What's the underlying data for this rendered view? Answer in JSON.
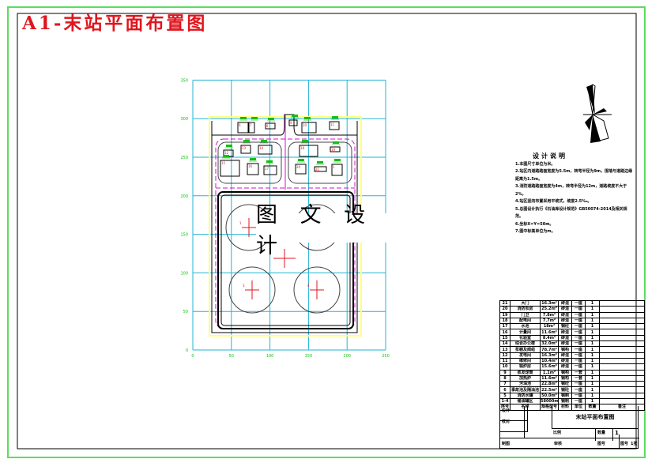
{
  "title": "A1-末站平面布置图",
  "watermark": "图 文 设 计",
  "colors": {
    "title": "#e0161e",
    "grid": "#22b5d6",
    "labels": "#12c012",
    "road": "#d012d0",
    "boundary": "#ffff80",
    "frame": "#5ddc5d",
    "markers": "#e0161e"
  },
  "plan": {
    "x_ticks": [
      "0",
      "50",
      "100",
      "150",
      "200",
      "250"
    ],
    "y_ticks": [
      "0",
      "50",
      "100",
      "150",
      "200",
      "250",
      "300",
      "350"
    ],
    "building_numbers": [
      "1",
      "2",
      "3",
      "4",
      "5",
      "6",
      "7",
      "8",
      "9",
      "10",
      "11",
      "12",
      "13",
      "14",
      "15",
      "16",
      "17",
      "18",
      "19",
      "20",
      "21"
    ],
    "tank_labels": [
      "1",
      "2",
      "3",
      "4"
    ]
  },
  "compass_icon": "wind-rose-north-arrow",
  "notes": {
    "title": "设计说明",
    "lines": [
      "1.本图尺寸单位为米。",
      "2.站区内道路路面宽度为5.5m，转弯半径为9m，围墙与道路边缘距离为1.5m。",
      "3.消防道路路面宽度为4m，转弯半径为12m，道路坡度不大于2%。",
      "4.站区竖向布置采用平坡式，坡度2.5‰。",
      "5.总图设计执行《石油库设计规范》GB50074-2014及相关规范。",
      "6.坐标X=Y=50m。",
      "7.图中标高单位为m。"
    ]
  },
  "bom": {
    "rows": [
      [
        "21",
        "大门",
        "16.3m²",
        "砖混",
        "一座",
        "1",
        ""
      ],
      [
        "20",
        "消防泵房",
        "25.2m²",
        "砖混",
        "一座",
        "1",
        ""
      ],
      [
        "19",
        "门卫",
        "7.8m²",
        "砖混",
        "一座",
        "1",
        ""
      ],
      [
        "18",
        "配电间",
        "7.7m²",
        "砖混",
        "一座",
        "1",
        ""
      ],
      [
        "17",
        "水池",
        "18m²",
        "钢砼",
        "一座",
        "1",
        ""
      ],
      [
        "16",
        "计量间",
        "11.6m²",
        "砖混",
        "一座",
        "1",
        ""
      ],
      [
        "15",
        "化验室",
        "8.4m²",
        "砖混",
        "一座",
        "1",
        ""
      ],
      [
        "14",
        "综合办公楼",
        "32.0m²",
        "砖混",
        "一座",
        "1",
        ""
      ],
      [
        "13",
        "泵棚及阀组",
        "78.7m²",
        "钢构",
        "一座",
        "1",
        ""
      ],
      [
        "12",
        "发电间",
        "16.3m²",
        "砖混",
        "一座",
        "1",
        ""
      ],
      [
        "11",
        "维修间",
        "10.4m²",
        "砖混",
        "一座",
        "1",
        ""
      ],
      [
        "10",
        "锅炉房",
        "15.6m²",
        "砖混",
        "一座",
        "1",
        ""
      ],
      [
        "9",
        "收发球筒",
        "1.1m²",
        "钢构",
        "一套",
        "1",
        ""
      ],
      [
        "8",
        "加热炉",
        "11.6m²",
        "钢构",
        "一套",
        "1",
        ""
      ],
      [
        "7",
        "污油池",
        "22.8m²",
        "钢砼",
        "一座",
        "1",
        ""
      ],
      [
        "6",
        "事故池及隔油池",
        "22.5m²",
        "钢砼",
        "一座",
        "1",
        ""
      ],
      [
        "5",
        "消防水罐",
        "50.0m²",
        "钢制",
        "一座",
        "1",
        ""
      ],
      [
        "1-4",
        "储油罐区",
        "58000m²",
        "钢制",
        "一座",
        "1",
        ""
      ]
    ],
    "header": [
      "序号",
      "名称",
      "规格型号",
      "材料",
      "单位",
      "数量",
      "备注"
    ]
  },
  "title_block": {
    "design_label": "设计",
    "check_label": "校对",
    "drawing_name": "末站平面布置图",
    "scale_label": "比例",
    "qty_label": "数量",
    "qty_value": "1",
    "draw_label": "制图",
    "approve_label": "审核",
    "sheet_no_label": "图号",
    "page_label": "图号",
    "page_value": "1张"
  }
}
